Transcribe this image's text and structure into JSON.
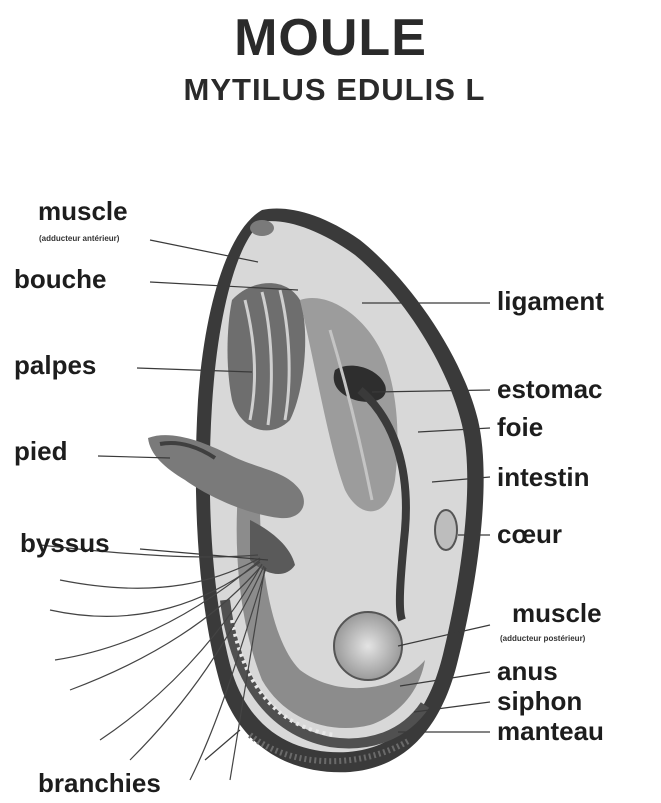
{
  "title": "MOULE",
  "subtitle": "MYTILUS EDULIS L",
  "labels": {
    "muscle_anterior": "muscle",
    "muscle_anterior_note": "(adducteur antérieur)",
    "bouche": "bouche",
    "palpes": "palpes",
    "pied": "pied",
    "byssus": "byssus",
    "branchies": "branchies",
    "ligament": "ligament",
    "estomac": "estomac",
    "foie": "foie",
    "intestin": "intestin",
    "coeur": "cœur",
    "muscle_posterior": "muscle",
    "muscle_posterior_note": "(adducteur postérieur)",
    "anus": "anus",
    "siphon": "siphon",
    "manteau": "manteau"
  }
}
